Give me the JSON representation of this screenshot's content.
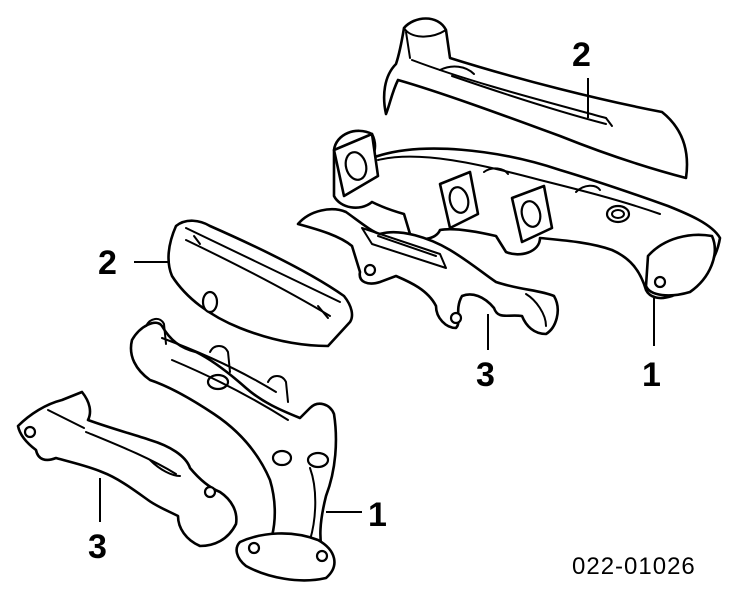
{
  "callouts": {
    "upper_heat_shield": "2",
    "upper_manifold": "1",
    "upper_gasket": "3",
    "lower_heat_shield": "2",
    "lower_manifold": "1",
    "lower_gasket": "3"
  },
  "reference_number": "022-01026"
}
